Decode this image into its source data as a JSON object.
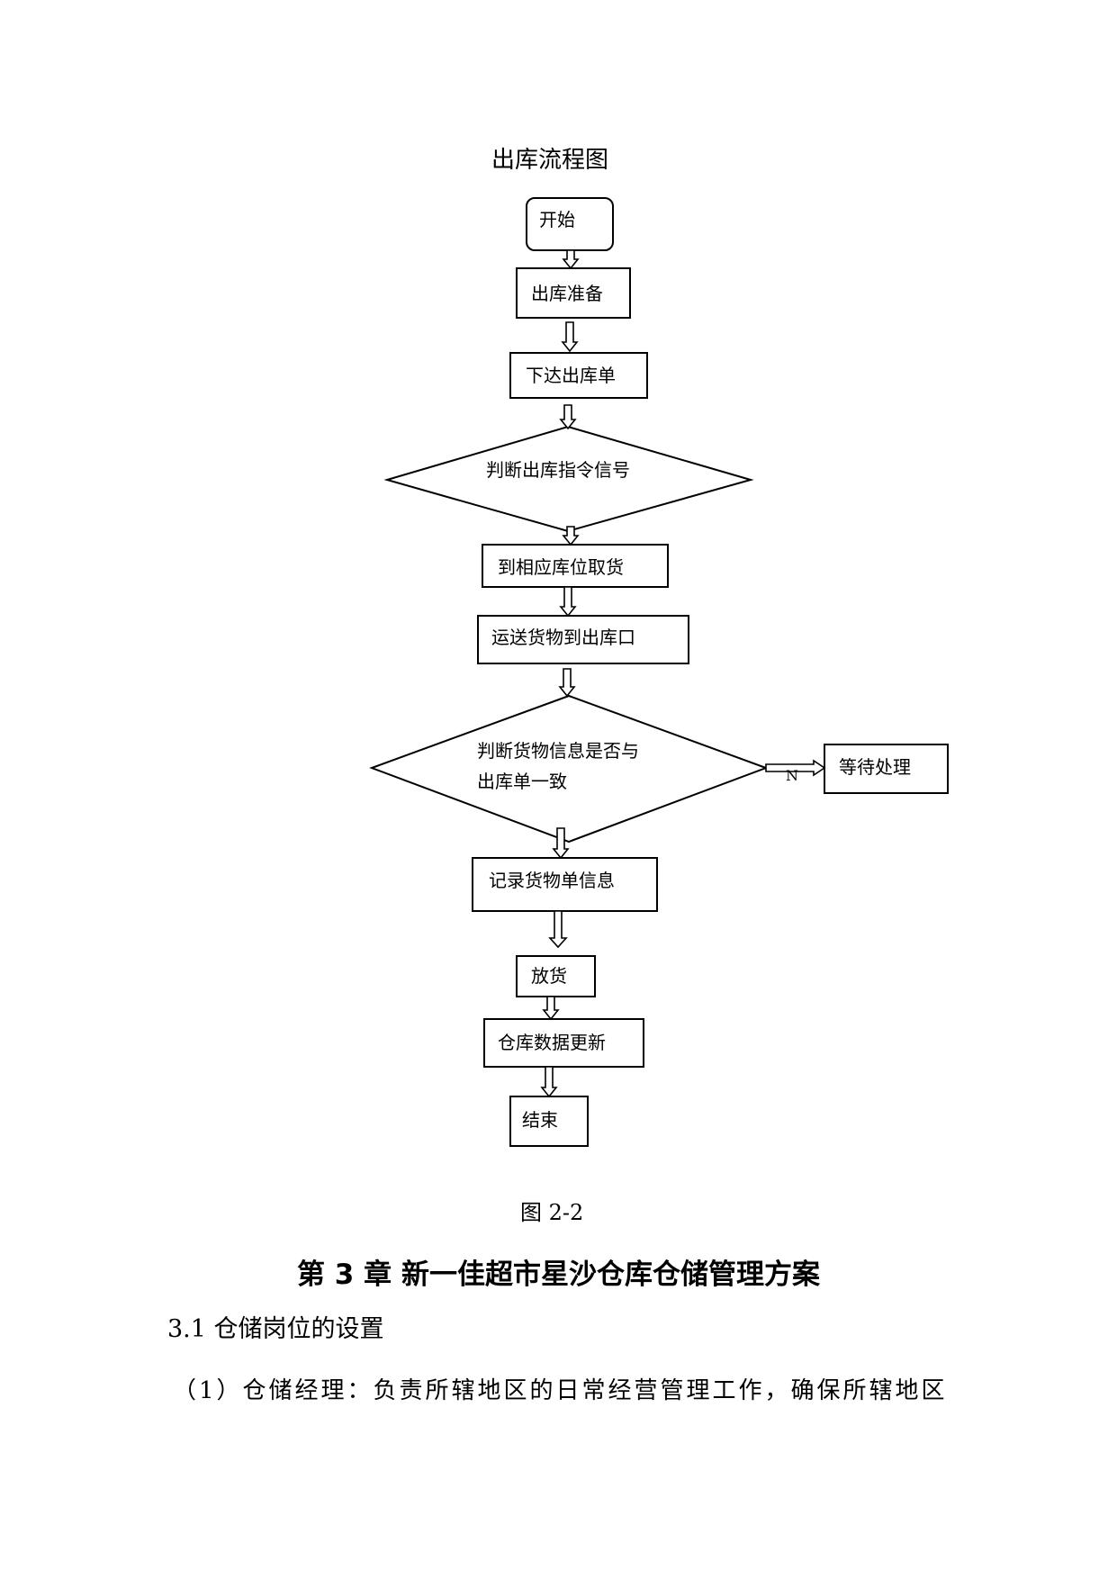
{
  "flowchart": {
    "title": "出库流程图",
    "nodes": {
      "start": "开始",
      "prepare": "出库准备",
      "issue_order": "下达出库单",
      "judge_signal": "判断出库指令信号",
      "fetch_goods": "到相应库位取货",
      "transport": "运送货物到出库口",
      "judge_match_line1": "判断货物信息是否与",
      "judge_match_line2": "出库单一致",
      "wait": "等待处理",
      "record": "记录货物单信息",
      "release": "放货",
      "update": "仓库数据更新",
      "end": "结束"
    },
    "branch_no_label": "N"
  },
  "figure_caption": "图 2-2",
  "chapter_heading": "第 3 章 新一佳超市星沙仓库仓储管理方案",
  "section_heading": "3.1 仓储岗位的设置",
  "paragraph": "（1）仓储经理：负责所辖地区的日常经营管理工作，确保所辖地区"
}
